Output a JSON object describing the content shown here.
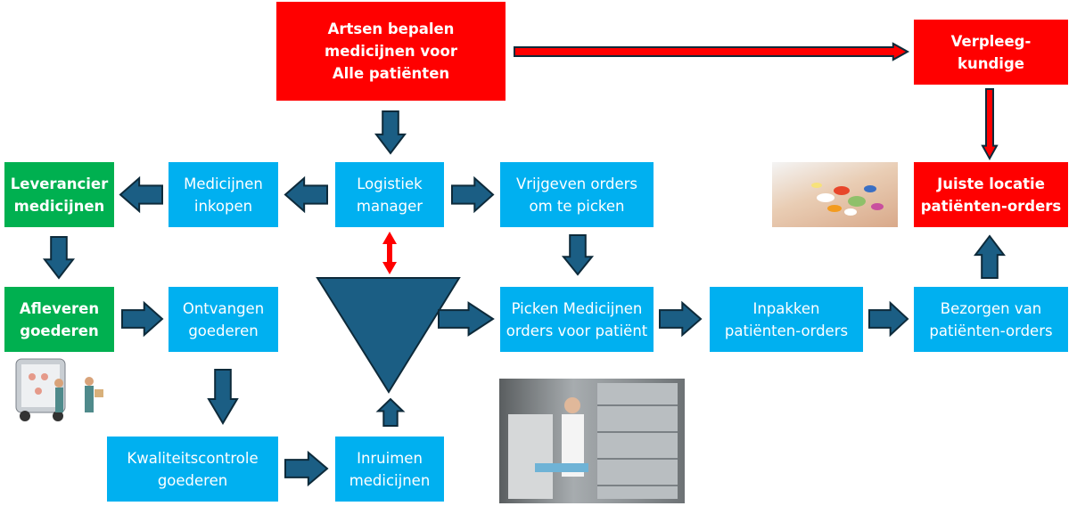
{
  "colors": {
    "process_box": "#00B0F0",
    "supplier_box": "#00B050",
    "clinical_box": "#FF0000",
    "arrow_fill": "#1B5E84",
    "arrow_outline": "#0D2A3A",
    "red_arrow": "#FF0000"
  },
  "boxes": {
    "artsen": "Artsen bepalen\nmedicijnen voor\nAlle patiënten",
    "verpleegkundige": "Verpleeg-\nkundige",
    "juiste_locatie": "Juiste locatie\npatiënten-orders",
    "leverancier": "Leverancier\nmedicijnen",
    "inkopen": "Medicijnen\ninkopen",
    "logistiek": "Logistiek\nmanager",
    "vrijgeven": "Vrijgeven orders\nom te picken",
    "afleveren": "Afleveren\ngoederen",
    "ontvangen": "Ontvangen\ngoederen",
    "picken": "Picken Medicijnen\norders voor patiënt",
    "inpakken": "Inpakken\npatiënten-orders",
    "bezorgen": "Bezorgen van\npatiënten-orders",
    "kwaliteit": "Kwaliteitscontrole\ngoederen",
    "inruimen": "Inruimen\nmedicijnen"
  },
  "images": {
    "pills": "pills-in-hand-photo",
    "truck": "delivery-truck-illustration",
    "pharmacy": "pharmacy-robot-photo"
  },
  "shapes": {
    "inventory": "inverted-triangle-stock"
  }
}
